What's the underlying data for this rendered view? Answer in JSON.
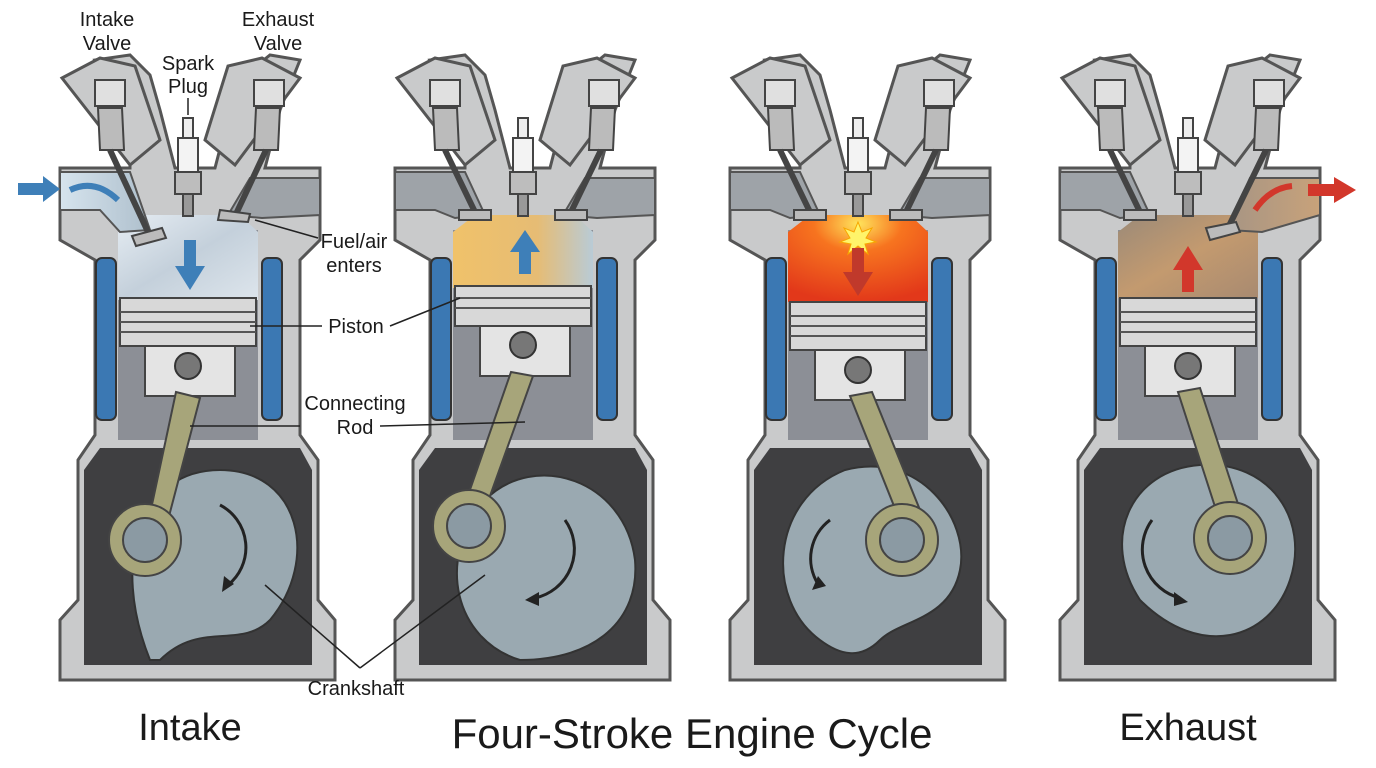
{
  "diagram": {
    "title": "Four-Stroke Engine Cycle",
    "captions": {
      "left": "Intake",
      "right": "Exhaust"
    },
    "labels": {
      "intake_valve": [
        "Intake",
        "Valve"
      ],
      "exhaust_valve": [
        "Exhaust",
        "Valve"
      ],
      "spark_plug": [
        "Spark",
        "Plug"
      ],
      "fuel_air": [
        "Fuel/air",
        "enters"
      ],
      "piston": "Piston",
      "connecting_rod": [
        "Connecting",
        "Rod"
      ],
      "crankshaft": "Crankshaft"
    },
    "colors": {
      "casing_outer": "#c9cacb",
      "casing_inner": "#e8e8e8",
      "crankcase": "#3f3f41",
      "crank_disc": "#9aa9b1",
      "rod": "#a7a57a",
      "coolant": "#3b78b3",
      "intake_mix": "#cfd8e0",
      "compression_mix": "#e8b860",
      "combustion": "#f2541d",
      "exhaust_gas": "#b9926c",
      "intake_arrow": "#3e7fb8",
      "exhaust_arrow": "#d2372b"
    }
  }
}
